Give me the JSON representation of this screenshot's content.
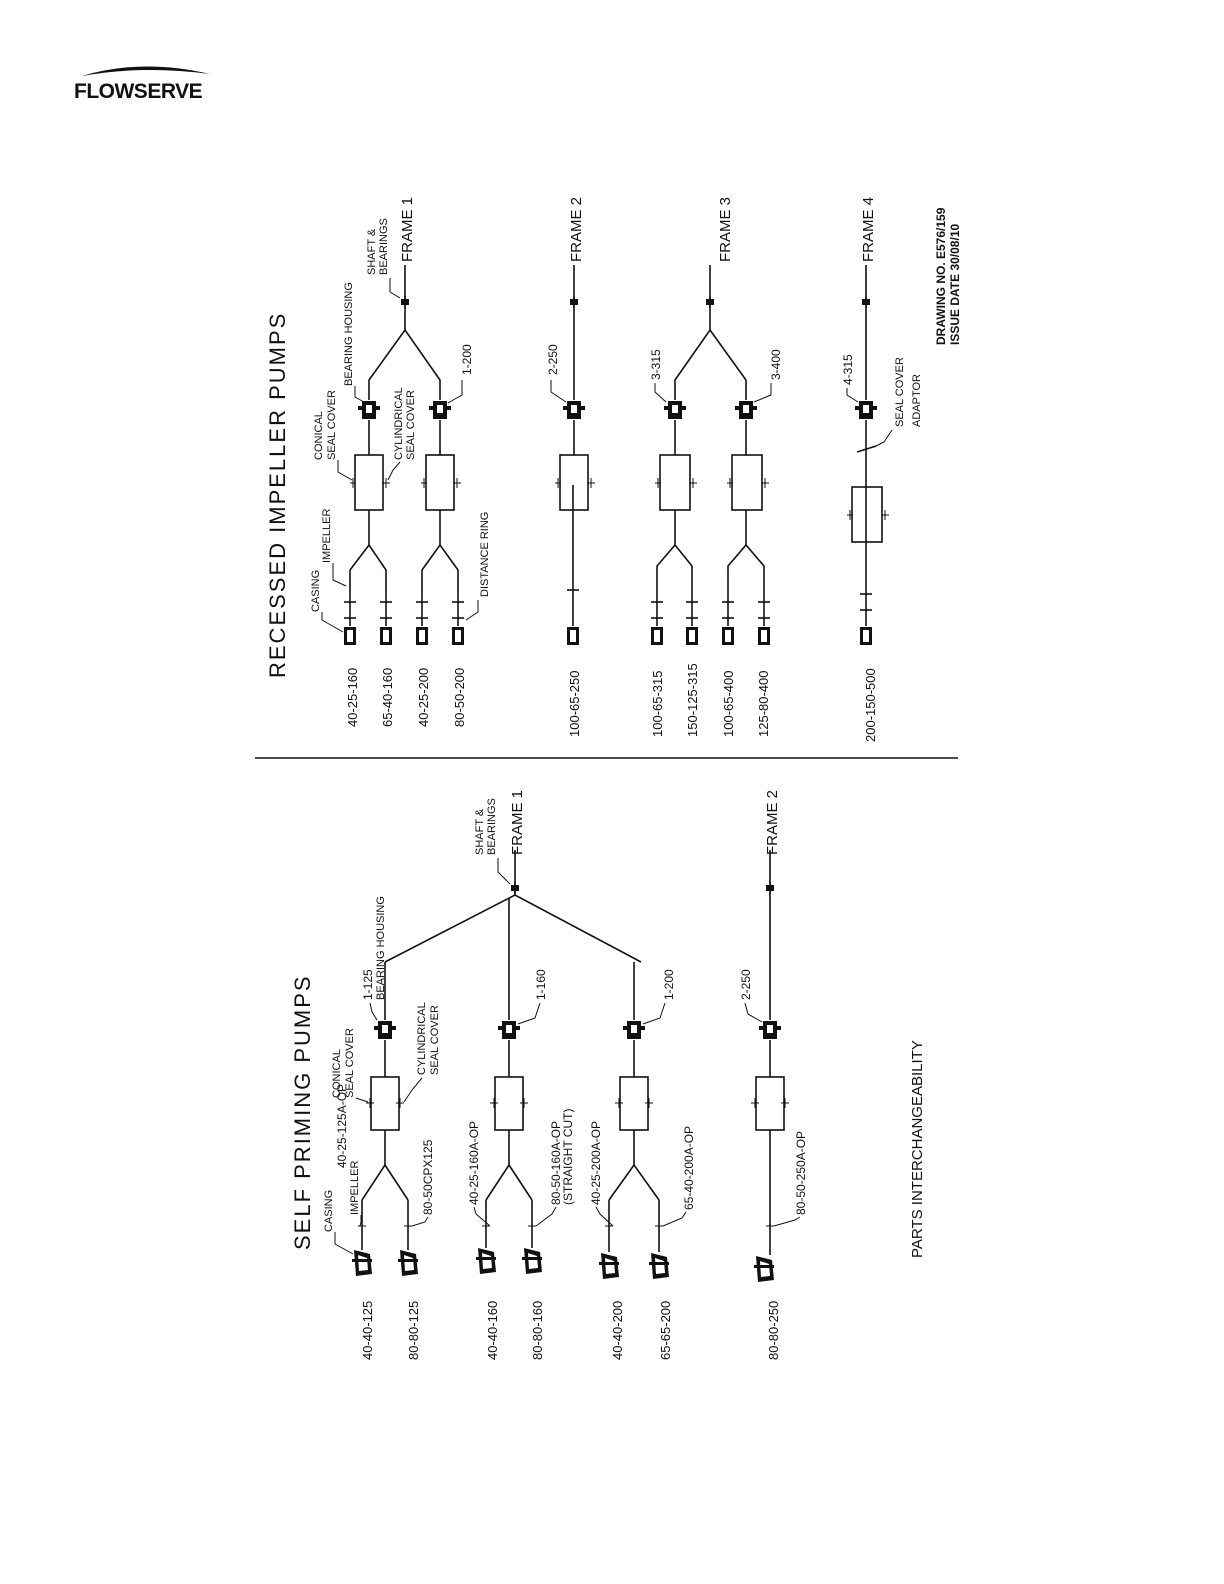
{
  "header": {
    "brand": "FLOWSERVE"
  },
  "colors": {
    "ink": "#111111",
    "background": "#ffffff"
  },
  "recessed": {
    "title": "RECESSED IMPELLER PUMPS",
    "labels": {
      "casing": "CASING",
      "impeller": "IMPELLER",
      "conical_seal_cover": [
        "CONICAL",
        "SEAL COVER"
      ],
      "cylindrical_seal_cover": [
        "CYLINDRICAL",
        "SEAL COVER"
      ],
      "bearing_housing": "BEARING HOUSING",
      "shaft_bearings": [
        "SHAFT &",
        "BEARINGS"
      ],
      "distance_ring": "DISTANCE RING",
      "seal_cover_adaptor": [
        "SEAL COVER",
        "ADAPTOR"
      ]
    },
    "models": [
      "40-25-160",
      "65-40-160",
      "40-25-200",
      "80-50-200",
      "100-65-250",
      "100-65-315",
      "150-125-315",
      "100-65-400",
      "125-80-400",
      "200-150-500"
    ],
    "housings": [
      "1-200",
      "2-250",
      "3-315",
      "3-400",
      "4-315"
    ],
    "frames": [
      "FRAME 1",
      "FRAME 2",
      "FRAME 3",
      "FRAME 4"
    ],
    "drawing": [
      "DRAWING NO. E576/159",
      "ISSUE DATE 30/08/10"
    ]
  },
  "selfpriming": {
    "title": "SELF PRIMING PUMPS",
    "labels": {
      "casing": "CASING",
      "impeller": "IMPELLER",
      "conical_seal_cover": [
        "CONICAL",
        "SEAL COVER"
      ],
      "cylindrical_seal_cover": [
        "CYLINDRICAL",
        "SEAL COVER"
      ],
      "bearing_housing": "BEARING HOUSING",
      "shaft_bearings": [
        "SHAFT &",
        "BEARINGS"
      ]
    },
    "models": [
      "40-40-125",
      "80-80-125",
      "40-40-160",
      "80-80-160",
      "40-40-200",
      "65-65-200",
      "80-80-250"
    ],
    "impellers": [
      "40-25-125A-OP",
      "80-50CPX125",
      "40-25-160A-OP",
      "80-50-160A-OP",
      "(STRAIGHT CUT)",
      "40-25-200A-OP",
      "65-40-200A-OP",
      "80-50-250A-OP"
    ],
    "housings": [
      "1-125",
      "1-160",
      "1-200",
      "2-250"
    ],
    "frames": [
      "FRAME 1",
      "FRAME 2"
    ]
  },
  "footer": {
    "caption": "PARTS INTERCHANGEABILITY"
  }
}
